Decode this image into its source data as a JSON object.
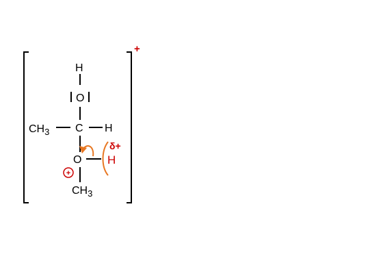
{
  "diagram": {
    "overall_charge": "+",
    "atoms": {
      "top_h": "H",
      "top_o": "O",
      "left_group_main": "CH",
      "left_group_sub": "3",
      "center_c": "C",
      "right_h": "H",
      "bottom_o": "O",
      "bottom_group_main": "CH",
      "bottom_group_sub": "3",
      "proton": "H"
    },
    "partial_charge": "δ+",
    "formal_charge": "+",
    "colors": {
      "charge": "#cc0000",
      "arrow": "#e87722",
      "ink": "#000000"
    }
  }
}
